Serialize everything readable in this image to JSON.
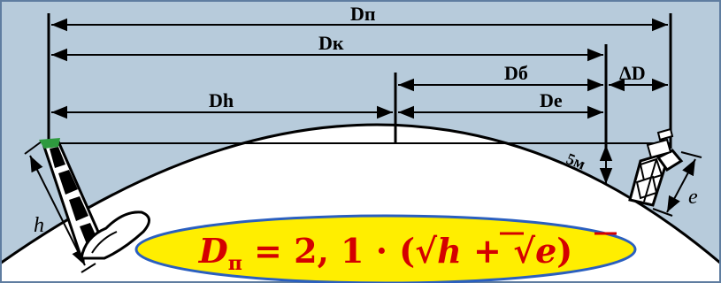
{
  "labels": {
    "d_p": "Dп",
    "d_k": "Dк",
    "d_b": "Dб",
    "d_h": "Dh",
    "d_e": "De",
    "delta_d": "ΔD",
    "five_m": "5м",
    "h": "h",
    "e": "e"
  },
  "formula": {
    "lhs": "D",
    "lhs_sub": "п",
    "equals_part": " = 2, 1 · (",
    "sqrt1": "√",
    "var1": "h",
    "plus": " + ",
    "sqrt2": "√",
    "var2": "e",
    "close": ")"
  },
  "colors": {
    "background": "#b7cbdb",
    "earth": "#ffffff",
    "formula_fill": "#ffee00",
    "formula_border": "#2a5fbf",
    "formula_text": "#d40000",
    "frame": "#5f7da0"
  },
  "icons": [
    "lighthouse-icon",
    "ship-icon"
  ]
}
